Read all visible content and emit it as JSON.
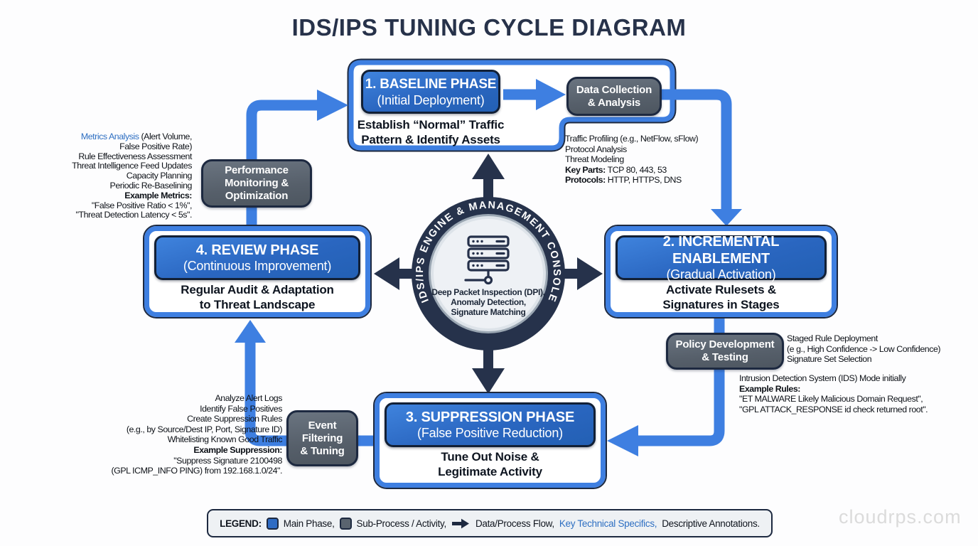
{
  "title": "IDS/IPS TUNING CYCLE DIAGRAM",
  "watermark": "cloudrps.com",
  "colors": {
    "accent_blue": "#3e7fe1",
    "phase_fill": "#2a66c0",
    "navy": "#1d2940",
    "gray_box": "#565f6a",
    "link_blue": "#2e6fc2"
  },
  "phases": {
    "baseline": {
      "title": "1. BASELINE PHASE",
      "subtitle": "(Initial Deployment)",
      "desc1": "Establish “Normal” Traffic",
      "desc2": "Pattern & Identify Assets"
    },
    "incremental": {
      "title": "2. INCREMENTAL ENABLEMENT",
      "subtitle": "(Gradual Activation)",
      "desc1": "Activate Rulesets &",
      "desc2": "Signatures in Stages"
    },
    "suppression": {
      "title": "3. SUPPRESSION PHASE",
      "subtitle": "(False Positive Reduction)",
      "desc1": "Tune Out Noise &",
      "desc2": "Legitimate Activity"
    },
    "review": {
      "title": "4. REVIEW PHASE",
      "subtitle": "(Continuous Improvement)",
      "desc1": "Regular Audit & Adaptation",
      "desc2": "to Threat Landscape"
    }
  },
  "subprocesses": {
    "data_collection": {
      "line1": "Data Collection",
      "line2": "& Analysis"
    },
    "policy": {
      "line1": "Policy Development",
      "line2": "& Testing"
    },
    "event": {
      "line1": "Event",
      "line2": "Filtering",
      "line3": "& Tuning"
    },
    "performance": {
      "line1": "Performance",
      "line2": "Monitoring &",
      "line3": "Optimization"
    }
  },
  "hub": {
    "ring_text": "IDS/IPS ENGINE & MANAGEMENT CONSOLE",
    "core1": "Deep Packet Inspection (DPI),",
    "core2": "Anomaly Detection,",
    "core3": "Signature Matching"
  },
  "annotations": {
    "baseline_specs": {
      "l1": "Traffic Profiling (e.g., NetFlow, sFlow)",
      "l2": "Protocol Analysis",
      "l3": "Threat Modeling",
      "l4_label": "Key Parts:",
      "l4_text": " TCP 80, 443, 53",
      "l5_label": "Protocols:",
      "l5_text": " HTTP, HTTPS, DNS"
    },
    "policy_specs": {
      "l1": "Staged Rule Deployment",
      "l2": "(e g., High Confidence -> Low Confidence)",
      "l3": "Signature Set Selection"
    },
    "enablement_notes": {
      "l1": "Intrusion Detection System (IDS) Mode initially",
      "l2_label": "Example Rules:",
      "l3": "\"ET MALWARE Likely Malicious Domain Request\",",
      "l4": "\"GPL ATTACK_RESPONSE id check returned root\"."
    },
    "review_specs": {
      "l1_link": "Metrics Analysis",
      "l1_text": " (Alert Volume,",
      "l2": "False Positive Rate)",
      "l3": "Rule Effectiveness Assessment",
      "l4": "Threat Intelligence Feed Updates",
      "l5": "Capacity Planning",
      "l6": "Periodic Re-Baselining",
      "l7_label": "Example Metrics:",
      "l8": "\"False Positive Ratio < 1%\",",
      "l9": "\"Threat Detection Latency < 5s\"."
    },
    "suppression_specs": {
      "l1": "Analyze Alert Logs",
      "l2": "Identify False Positives",
      "l3": "Create Suppression Rules",
      "l4": "(e.g., by Source/Dest IP, Port, Signature ID)",
      "l5": "Whitelisting Known Good Traffic",
      "l6_label": "Example Suppression:",
      "l7": "\"Suppress Signature 2100498",
      "l8": "(GPL ICMP_INFO PING) from 192.168.1.0/24\"."
    }
  },
  "legend": {
    "label": "LEGEND:",
    "main_phase": "Main Phase,",
    "sub_process": "Sub-Process / Activity,",
    "flow": "Data/Process Flow,",
    "specifics": "Key Technical Specifics,",
    "annotations": "Descriptive Annotations."
  }
}
